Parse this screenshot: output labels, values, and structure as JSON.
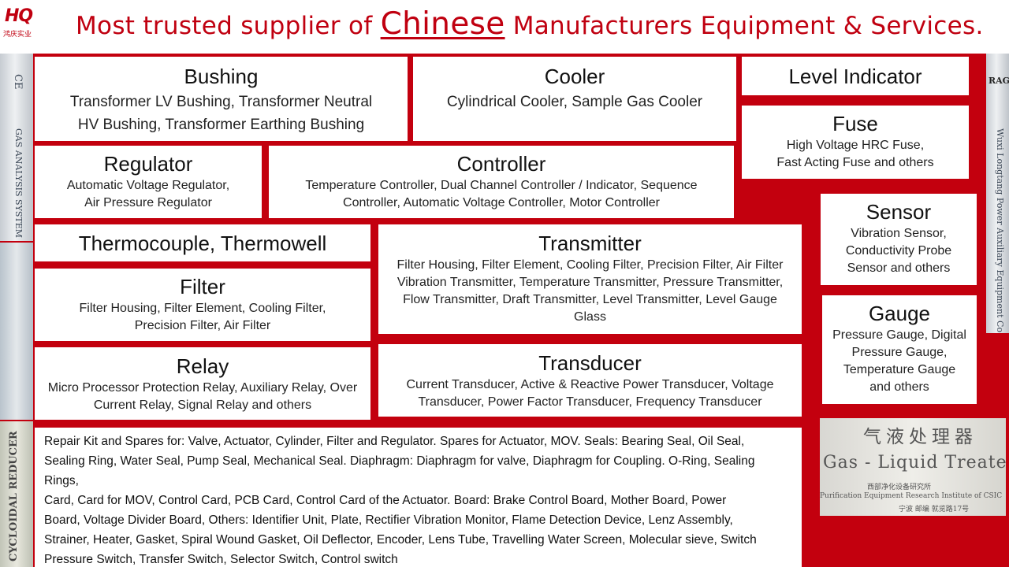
{
  "header": {
    "logo_mark": "HQ",
    "logo_sub": "鸿庆实业",
    "title_before": "Most trusted supplier of ",
    "title_emphasis": "Chinese",
    "title_after": " Manufacturers Equipment & Services."
  },
  "photos": {
    "left_top_mark": "CE",
    "left_top_text": "GAS ANALYSIS SYSTEM",
    "left_bottom_text": "CYCLOIDAL REDUCER",
    "right_top_mark": "RAG",
    "right_text": "Wuxi Longtang Power Auxiliary Equipment Co.,Ltd",
    "gas_liquid_cn": "气液处理器",
    "gas_liquid_en": "Gas - Liquid  Treater",
    "gas_liquid_small1": "西部净化设备研究所",
    "gas_liquid_small2": "Purification Equipment Research Institute of CSIC",
    "gas_liquid_small3": "宁波 邮编 就览路17号"
  },
  "categories": {
    "bushing": {
      "title": "Bushing",
      "desc1": "Transformer LV Bushing, Transformer Neutral",
      "desc2": "HV Bushing, Transformer Earthing Bushing"
    },
    "cooler": {
      "title": "Cooler",
      "desc1": "Cylindrical Cooler, Sample Gas Cooler"
    },
    "level_indicator": {
      "title": "Level Indicator"
    },
    "fuse": {
      "title": "Fuse",
      "desc1": "High Voltage HRC Fuse,",
      "desc2": "Fast Acting Fuse and others"
    },
    "regulator": {
      "title": "Regulator",
      "desc1": "Automatic Voltage Regulator,",
      "desc2": "Air Pressure Regulator"
    },
    "controller": {
      "title": "Controller",
      "desc1": "Temperature Controller, Dual Channel Controller / Indicator, Sequence",
      "desc2": "Controller, Automatic Voltage Controller, Motor Controller"
    },
    "sensor": {
      "title": "Sensor",
      "desc1": "Vibration Sensor,",
      "desc2": "Conductivity Probe",
      "desc3": "Sensor and others"
    },
    "thermocouple": {
      "title": "Thermocouple, Thermowell"
    },
    "transmitter": {
      "title": "Transmitter",
      "desc1": "Filter Housing, Filter Element, Cooling Filter, Precision Filter, Air Filter",
      "desc2": "Vibration Transmitter, Temperature Transmitter, Pressure Transmitter,",
      "desc3": "Flow Transmitter, Draft Transmitter, Level Transmitter, Level Gauge",
      "desc4": "Glass"
    },
    "filter": {
      "title": "Filter",
      "desc1": "Filter Housing, Filter Element, Cooling Filter,",
      "desc2": "Precision Filter, Air Filter"
    },
    "gauge": {
      "title": "Gauge",
      "desc1": "Pressure Gauge, Digital",
      "desc2": "Pressure Gauge,",
      "desc3": "Temperature Gauge",
      "desc4": "and others"
    },
    "relay": {
      "title": "Relay",
      "desc1": "Micro Processor Protection Relay, Auxiliary Relay, Over",
      "desc2": "Current Relay, Signal Relay and others"
    },
    "transducer": {
      "title": "Transducer",
      "desc1": "Current Transducer, Active & Reactive Power Transducer, Voltage",
      "desc2": "Transducer, Power Factor Transducer, Frequency Transducer"
    }
  },
  "spares": {
    "line1": "Repair Kit and Spares for: Valve, Actuator, Cylinder, Filter and Regulator. Spares for Actuator, MOV. Seals: Bearing Seal, Oil Seal,",
    "line2": "Sealing Ring, Water Seal, Pump Seal, Mechanical Seal. Diaphragm:  Diaphragm for valve, Diaphragm for Coupling. O-Ring, Sealing",
    "line3": "Rings,",
    "line4": "Card, Card for MOV, Control Card, PCB Card, Control Card of the Actuator. Board:  Brake Control Board, Mother Board, Power",
    "line5": "Board, Voltage Divider Board, Others: Identifier Unit, Plate,  Rectifier Vibration Monitor, Flame Detection Device, Lenz Assembly,",
    "line6": "Strainer, Heater, Gasket, Spiral Wound Gasket,  Oil Deflector, Encoder, Lens Tube, Travelling Water Screen, Molecular sieve, Switch",
    "line7": "Pressure Switch, Transfer Switch, Selector Switch, Control switch"
  }
}
